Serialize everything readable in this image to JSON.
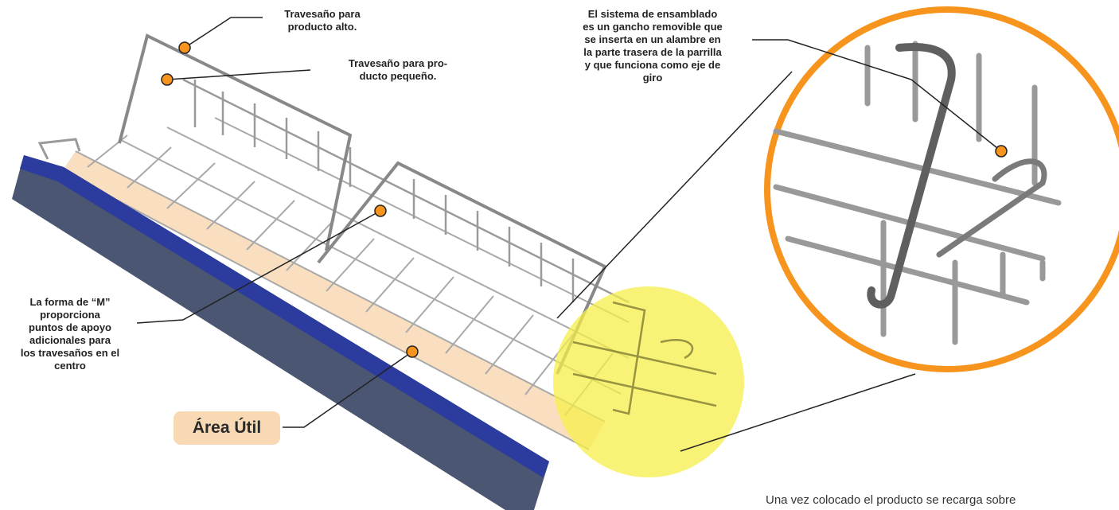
{
  "labels": {
    "high_bar": [
      "Travesaño para",
      "producto alto."
    ],
    "small_bar": [
      "Travesaño para pro-",
      "ducto pequeño."
    ],
    "assembly": [
      "El sistema de ensamblado",
      "es un gancho removible que",
      "se inserta en un alambre en",
      "la parte trasera de la parrilla",
      "y que funciona como eje de",
      "giro"
    ],
    "m_shape": [
      "La forma de “M”",
      "proporciona",
      "puntos de apoyo",
      "adicionales para",
      "los travesaños en el",
      "centro"
    ],
    "area_util": "Área Útil"
  },
  "footer_text": "Una vez colocado el producto se recarga sobre",
  "colors": {
    "callout_dot": "#f7941d",
    "zoom_ring": "#f7941d",
    "highlight_circle": "#f5ef4a",
    "useful_area": "#f8d9b4",
    "front_rail": "#2b3b9e",
    "wire": "#9a9a9a"
  },
  "icons": [
    "callout-dot-icon",
    "zoom-circle-icon",
    "wire-basket-illustration"
  ]
}
